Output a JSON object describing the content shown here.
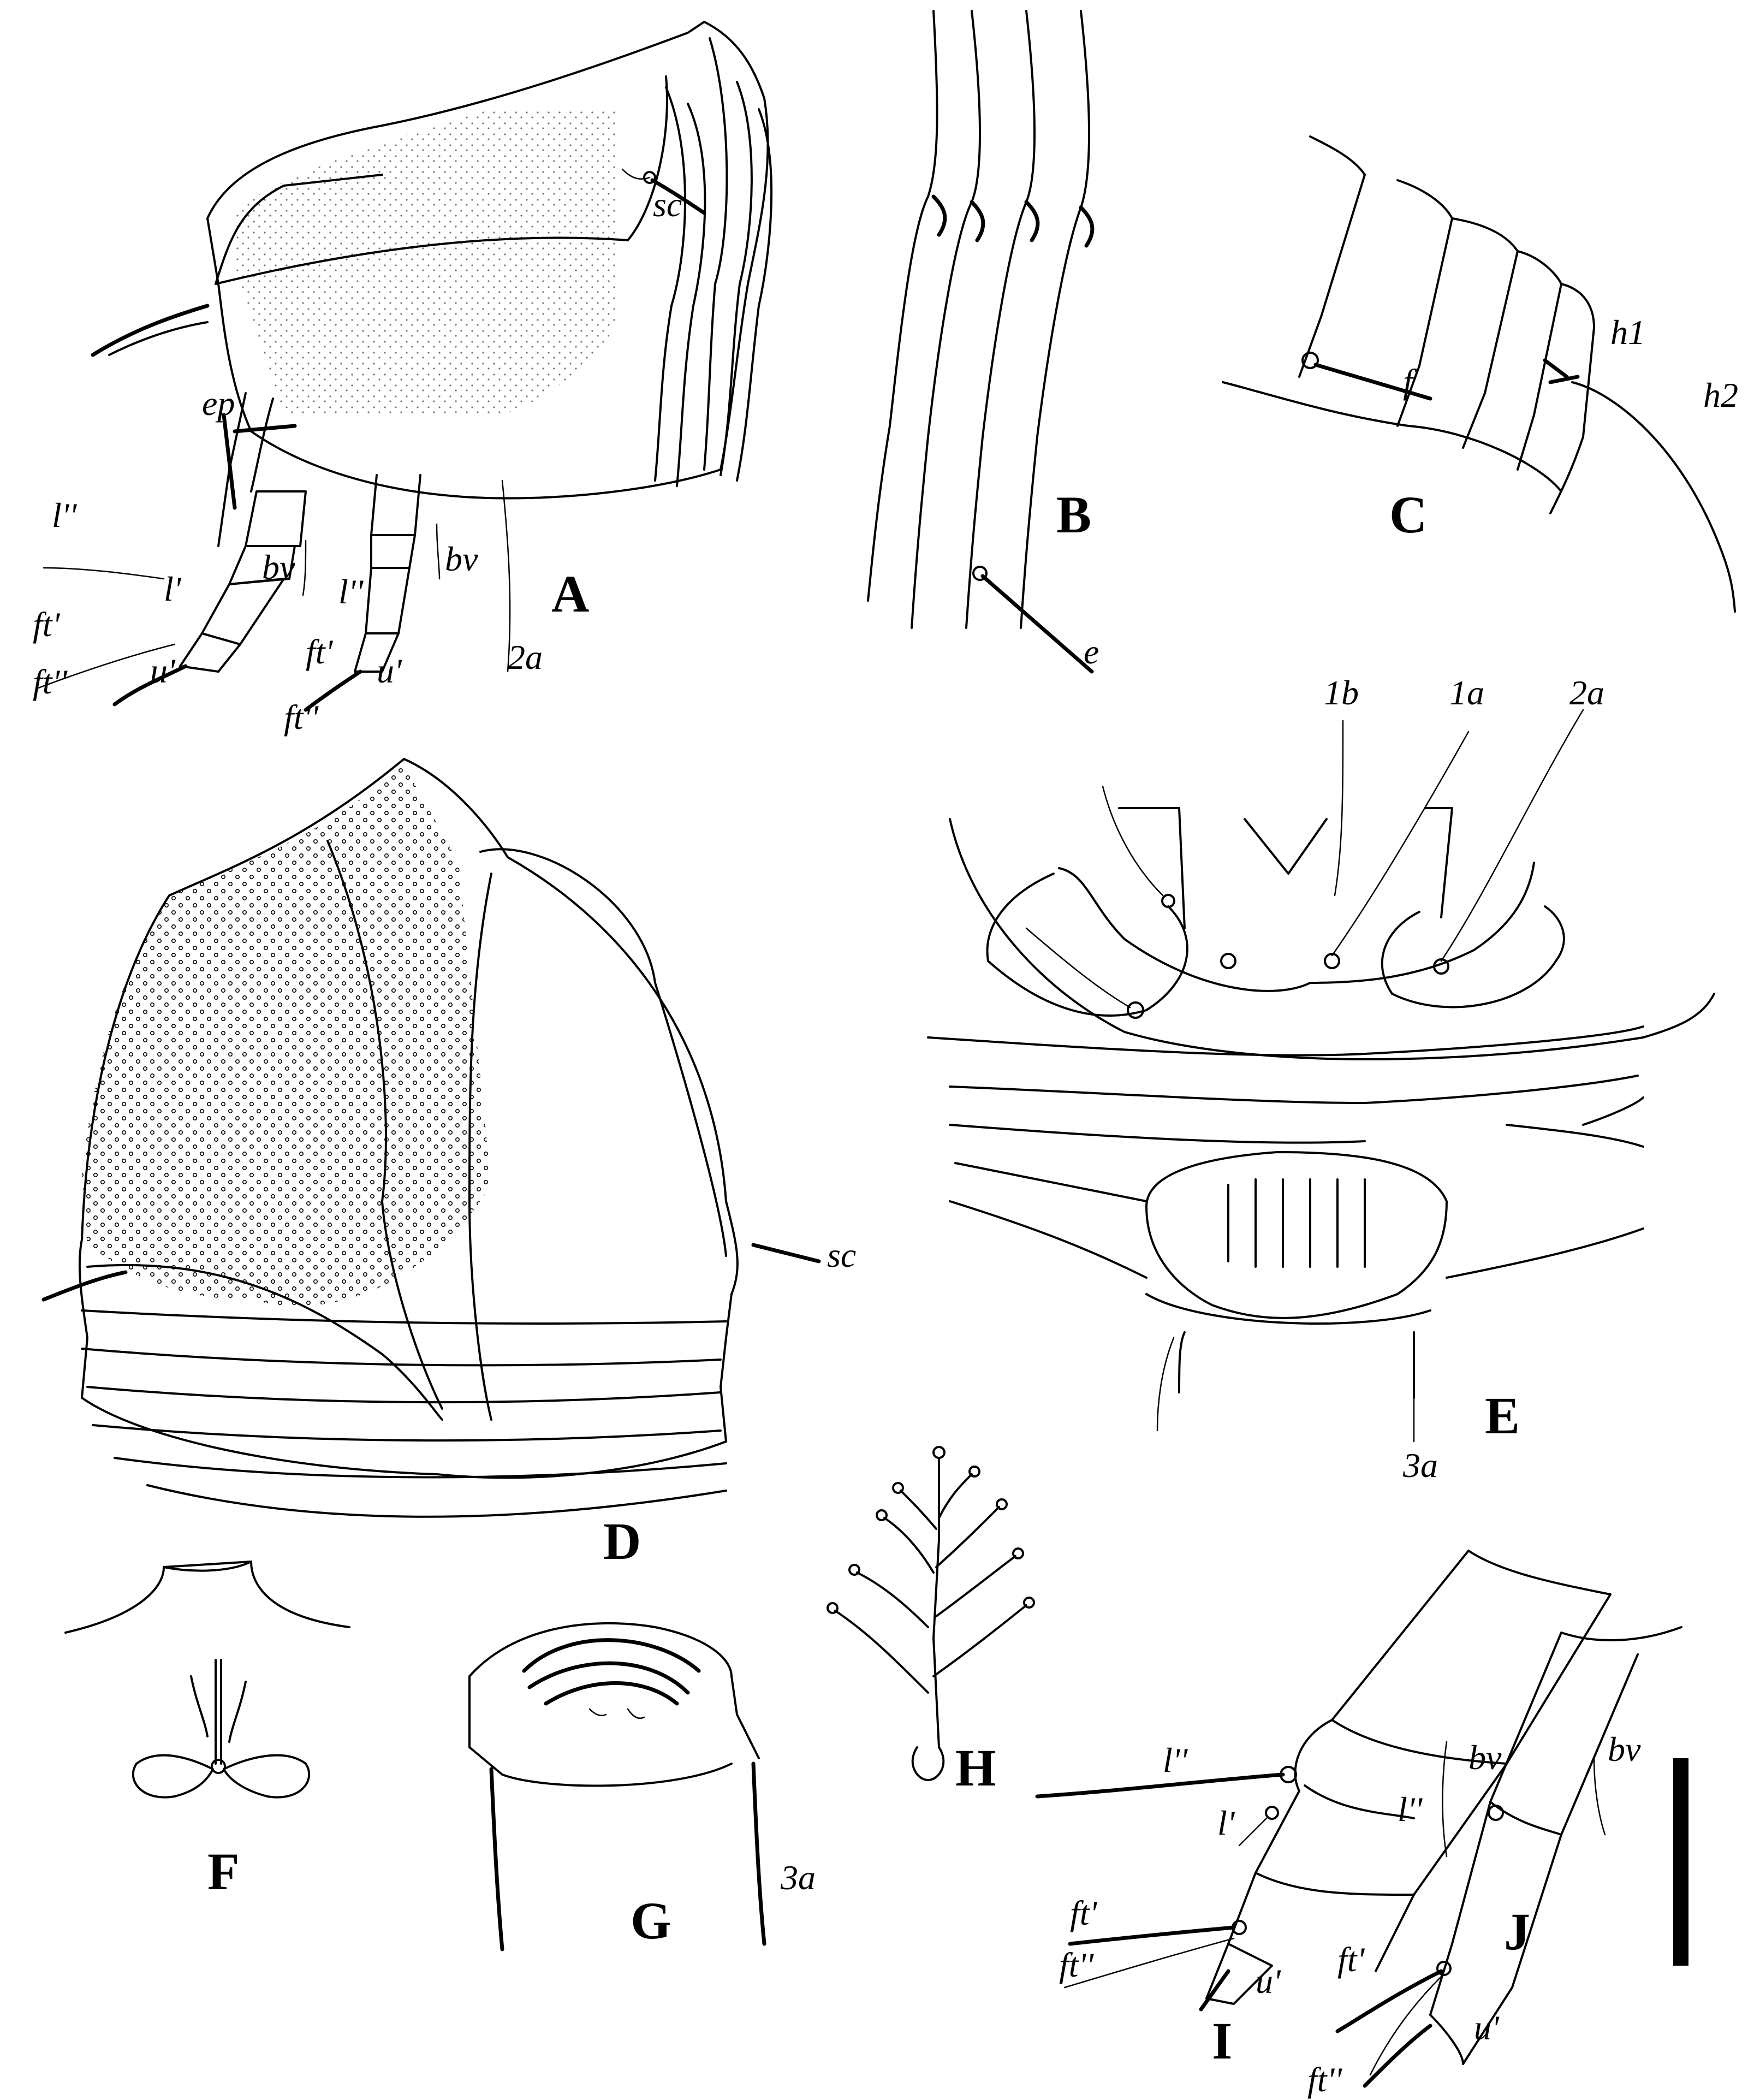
{
  "panels": {
    "A": {
      "letter": "A",
      "labels": {
        "sc": "sc",
        "ep": "ep",
        "l2a": "l''",
        "bv1": "bv",
        "bv2": "bv",
        "l1": "l'",
        "l2b": "l''",
        "ft1a": "ft'",
        "ft2a": "ft''",
        "u1a": "u'",
        "ft1b": "ft'",
        "u1b": "u'",
        "ft2b": "ft''",
        "s2a": "2a"
      }
    },
    "B": {
      "letter": "B",
      "labels": {
        "e": "e"
      }
    },
    "C": {
      "letter": "C",
      "labels": {
        "h1": "h1",
        "h2": "h2",
        "f": "f"
      }
    },
    "D": {
      "letter": "D",
      "labels": {
        "sc": "sc"
      }
    },
    "E": {
      "letter": "E",
      "labels": {
        "s1b": "1b",
        "s1a": "1a",
        "s2a": "2a",
        "s3a": "3a"
      }
    },
    "F": {
      "letter": "F"
    },
    "G": {
      "letter": "G",
      "labels": {
        "s3a": "3a"
      }
    },
    "H": {
      "letter": "H"
    },
    "I": {
      "letter": "I",
      "labels": {
        "l2": "l''",
        "bv": "bv",
        "l1": "l'",
        "ft1": "ft'",
        "ft2": "ft''",
        "u1": "u'"
      }
    },
    "J": {
      "letter": "J",
      "labels": {
        "bv": "bv",
        "l2": "l''",
        "ft1": "ft'",
        "u1": "u'",
        "ft2": "ft''"
      }
    }
  }
}
